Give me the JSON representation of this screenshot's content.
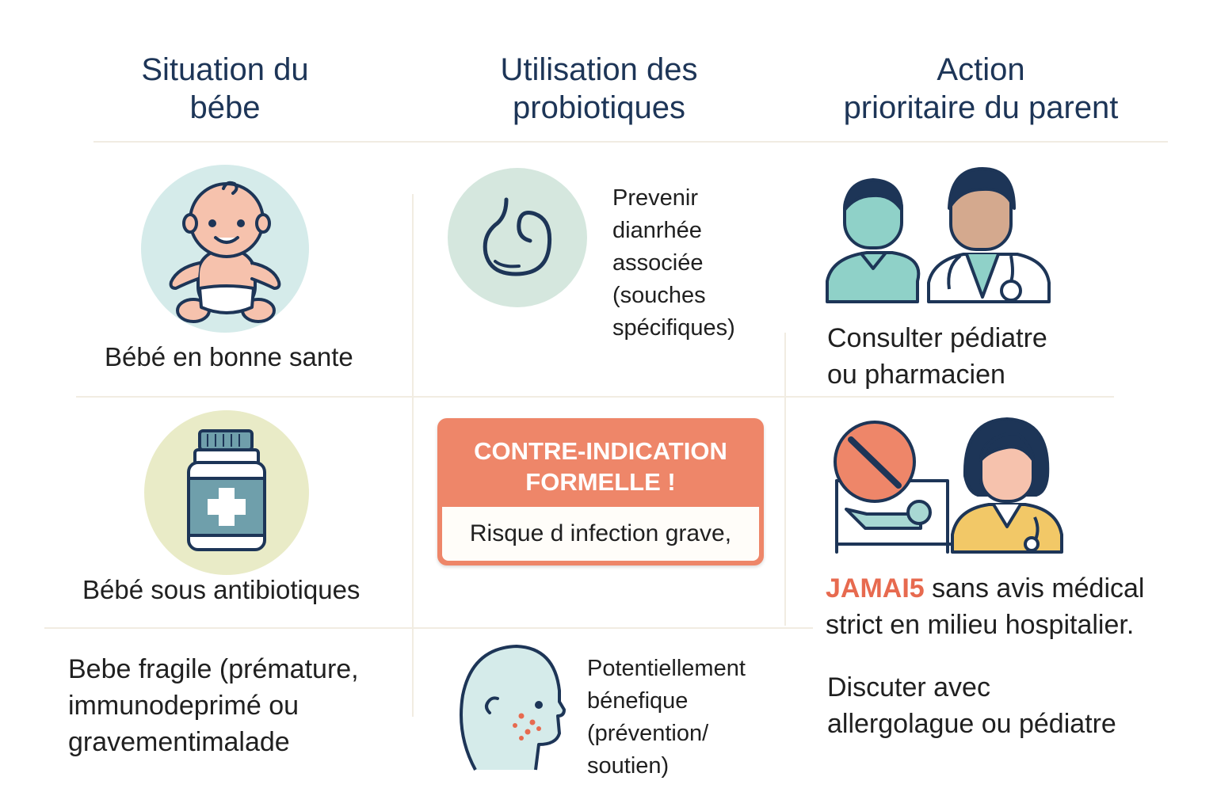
{
  "headers": {
    "col1": "Situation du\nbébe",
    "col2": "Utilisation des\nprobiotiques",
    "col3": "Action\nprioritaire du parent"
  },
  "rows": [
    {
      "situation": "Bébé en bonne sante",
      "usage": "Prevenir\ndianrhée\nassociée\n(souches\nspécifiques)",
      "action": "Consulter pédiatre\nou pharmacien"
    },
    {
      "situation": "Bébé sous antibiotiques",
      "warning_title": "CONTRE-INDICATION\nFORMELLE !",
      "warning_text": "Risque d infection grave,",
      "action_emphasis": "JAMAI5",
      "action_line1_rest": " sans avis médical",
      "action_line2": "strict en milieu hospitalier."
    },
    {
      "situation": "Bebe fragile (prématurе,\nimmunodeprimé ou\ngravementimalade",
      "usage": "Potentiellement\nbénefique\n(prévention/\nsoutien)",
      "action": "Discuter avec\nallergolague ou pédiatre"
    }
  ],
  "icons": {
    "baby": "baby-icon",
    "stomach": "stomach-icon",
    "parent_doctor": "parent-and-doctor-icon",
    "medicine_bottle": "medicine-bottle-icon",
    "hospital_prohibited": "prohibited-hospital-bed-icon",
    "female_doctor": "female-doctor-icon",
    "child_head": "child-head-icon"
  },
  "colors": {
    "header_text": "#1d3557",
    "warning_bg": "#ee8669",
    "warning_red": "#e76a4f",
    "teal_circle": "#d5ebea",
    "yellow_circle": "#e9ebc7",
    "outline": "#1d3557"
  }
}
